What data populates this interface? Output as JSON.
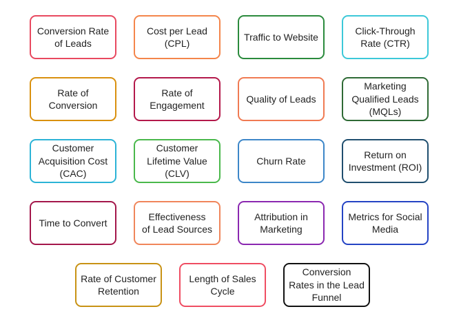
{
  "rows": [
    [
      {
        "label": "Conversion Rate\nof Leads",
        "color": "#e8485f"
      },
      {
        "label": "Cost per Lead\n(CPL)",
        "color": "#f4854a"
      },
      {
        "label": "Traffic to Website",
        "color": "#2a8a3c"
      },
      {
        "label": "Click-Through\nRate (CTR)",
        "color": "#3cc8d8"
      }
    ],
    [
      {
        "label": "Rate of\nConversion",
        "color": "#d9900e"
      },
      {
        "label": "Rate of\nEngagement",
        "color": "#b3184a"
      },
      {
        "label": "Quality of Leads",
        "color": "#f07a52"
      },
      {
        "label": "Marketing\nQualified Leads\n(MQLs)",
        "color": "#2e6a35"
      }
    ],
    [
      {
        "label": "Customer\nAcquisition Cost\n(CAC)",
        "color": "#2bb3d6"
      },
      {
        "label": "Customer\nLifetime Value\n(CLV)",
        "color": "#49b84b"
      },
      {
        "label": "Churn Rate",
        "color": "#3c86c8"
      },
      {
        "label": "Return on\nInvestment (ROI)",
        "color": "#1f4e6e"
      }
    ],
    [
      {
        "label": "Time to Convert",
        "color": "#a3164a"
      },
      {
        "label": "Effectiveness\nof Lead Sources",
        "color": "#f0855a"
      },
      {
        "label": "Attribution in\nMarketing",
        "color": "#8a27b0"
      },
      {
        "label": "Metrics for Social\nMedia",
        "color": "#2443c4"
      }
    ],
    [
      {
        "label": "Rate of Customer\nRetention",
        "color": "#c89214"
      },
      {
        "label": "Length of Sales\nCycle",
        "color": "#ef4d62"
      },
      {
        "label": "Conversion\nRates in the Lead\nFunnel",
        "color": "#111111"
      }
    ]
  ]
}
